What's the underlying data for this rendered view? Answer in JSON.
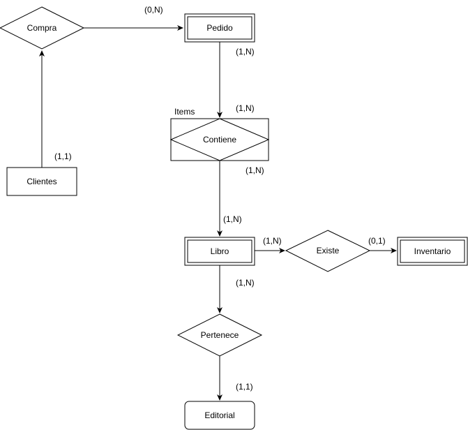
{
  "entities": {
    "pedido": "Pedido",
    "clientes": "Clientes",
    "libro": "Libro",
    "inventario": "Inventario",
    "editorial": "Editorial"
  },
  "relationships": {
    "compra": "Compra",
    "contiene": "Contiene",
    "existe": "Existe",
    "pertenece": "Pertenece"
  },
  "associative_label": "Items",
  "cardinalities": {
    "compra_pedido": "(0,N)",
    "clientes_compra": "(1,1)",
    "pedido_contiene": "(1,N)",
    "contiene_top": "(1,N)",
    "contiene_bottom": "(1,N)",
    "contiene_libro": "(1,N)",
    "libro_existe": "(1,N)",
    "existe_inventario": "(0,1)",
    "libro_pertenece": "(1,N)",
    "pertenece_editorial": "(1,1)"
  },
  "colors": {
    "stroke": "#000000",
    "fill": "#ffffff",
    "background": "#ffffff"
  }
}
